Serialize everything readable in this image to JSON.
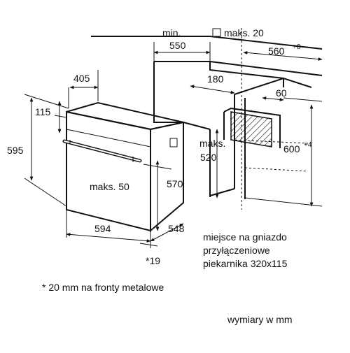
{
  "dimensions": {
    "min_label": "min.",
    "niche_depth_min": "550",
    "max_label": "maks. 20",
    "cabinet_depth": "560",
    "cabinet_depth_tol": "+8",
    "top_depth": "405",
    "opening_180": "180",
    "opening_60": "60",
    "control_height": "115",
    "oven_height": "595",
    "max_520_label": "maks.",
    "max_520_value": "520",
    "niche_height": "600",
    "niche_height_tol": "+4",
    "max_50": "maks. 50",
    "depth_570": "570",
    "oven_width": "594",
    "oven_depth": "548",
    "footnote_mark": "*19"
  },
  "notes": {
    "socket_line1": "miejsce na gniazdo",
    "socket_line2": "przyłączeniowe",
    "socket_line3": "piekarnika 320x115",
    "footnote": "* 20 mm na fronty metalowe",
    "units": "wymiary w mm"
  }
}
